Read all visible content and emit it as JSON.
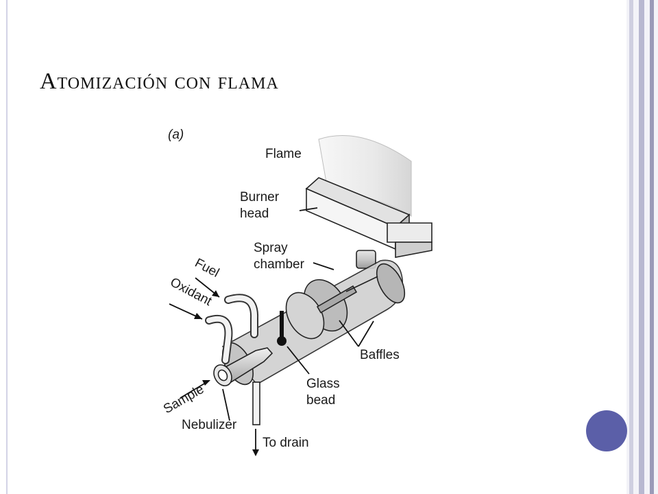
{
  "slide": {
    "title": "Atomización con flama"
  },
  "diagram": {
    "panel": "(a)",
    "labels": {
      "flame": "Flame",
      "burner_line1": "Burner",
      "burner_line2": "head",
      "spray_line1": "Spray",
      "spray_line2": "chamber",
      "fuel": "Fuel",
      "oxidant": "Oxidant",
      "baffles": "Baffles",
      "glass_line1": "Glass",
      "glass_line2": "bead",
      "sample": "Sample",
      "nebulizer": "Nebulizer",
      "drain": "To drain"
    }
  },
  "theme": {
    "accent": "#5b5fa8",
    "edge_stripes": [
      "#cfcfe0",
      "#b8b8d0",
      "#9a9ab8"
    ]
  }
}
